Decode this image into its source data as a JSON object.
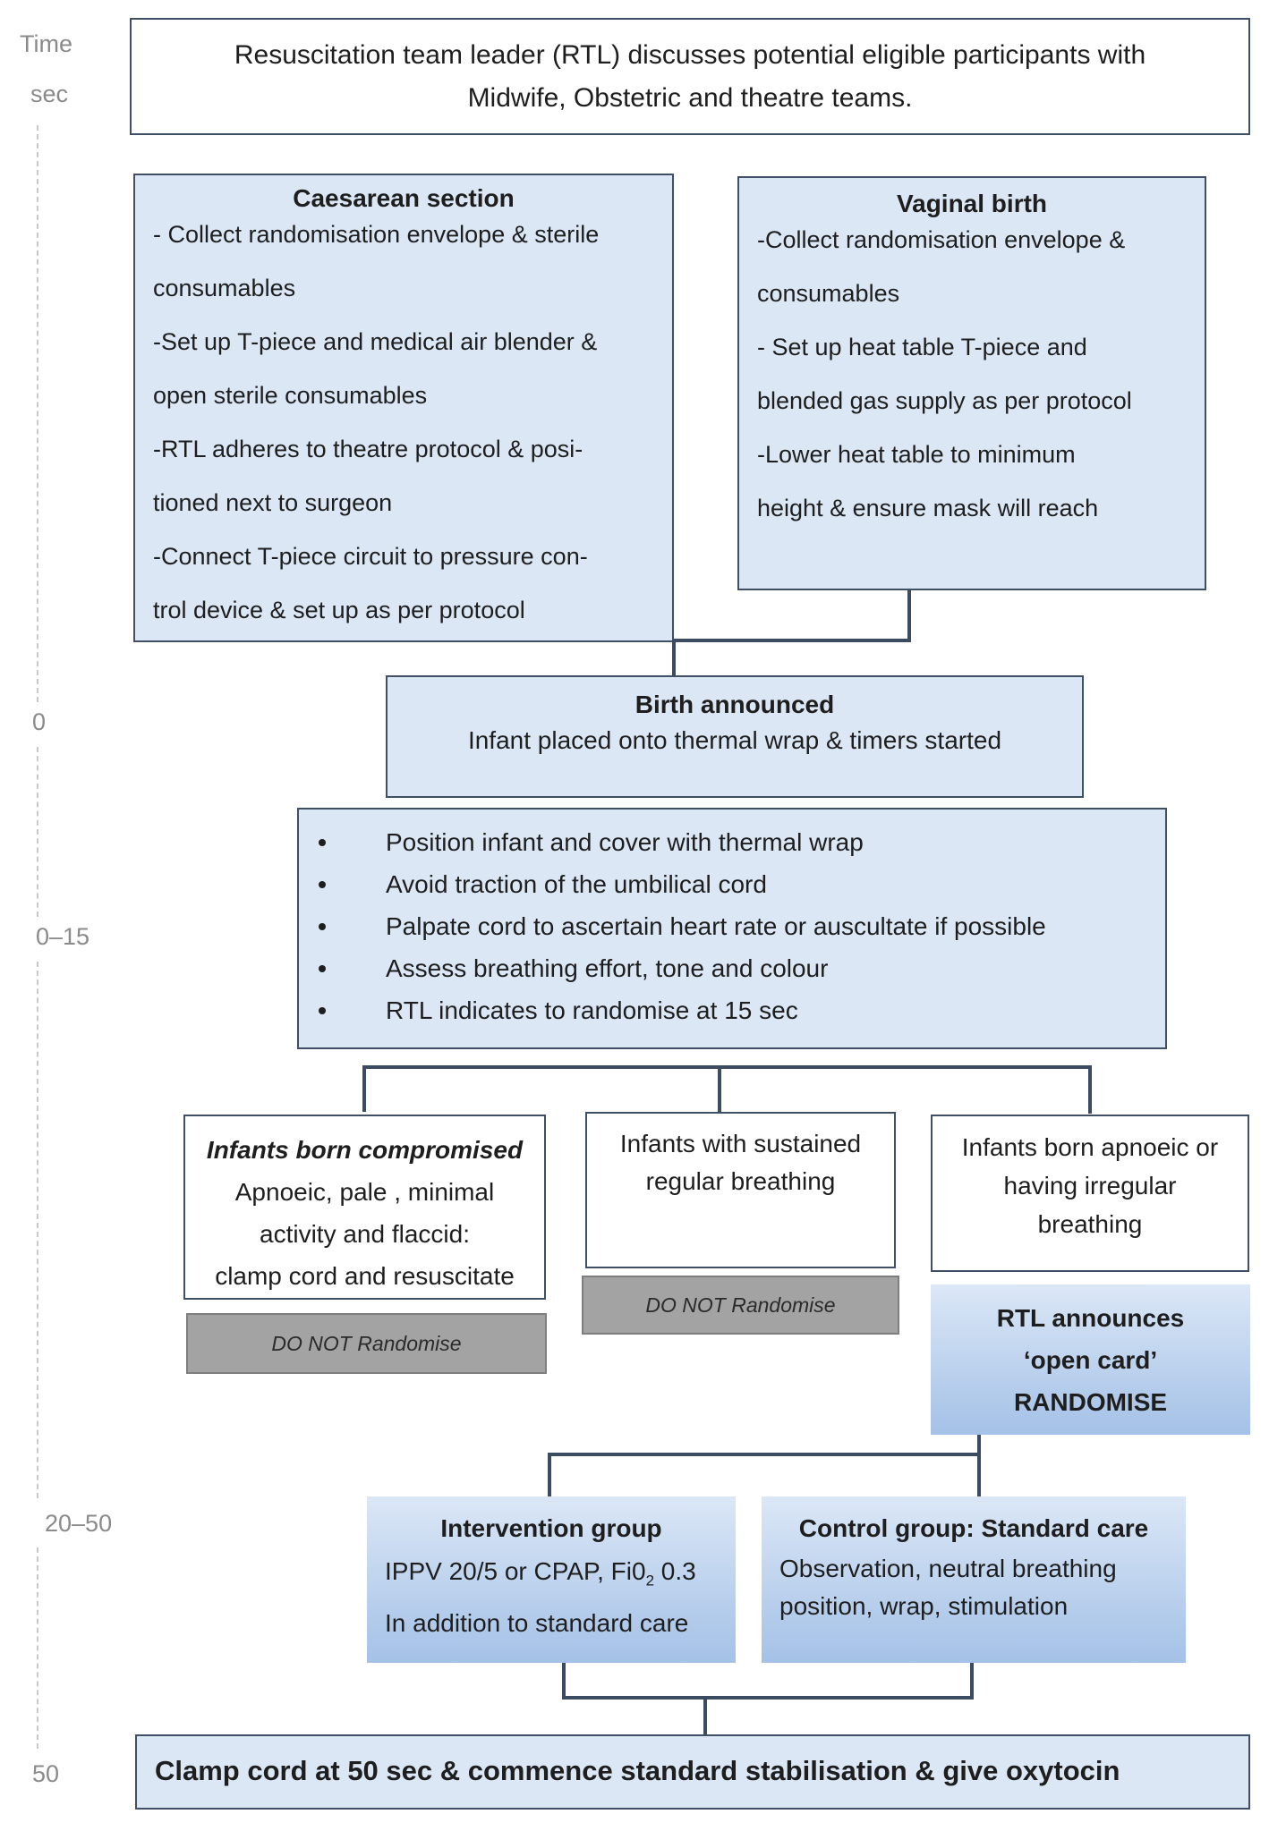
{
  "axis": {
    "header": "Time",
    "unit": "sec",
    "ticks": [
      "0",
      "0–15",
      "20–50",
      "50"
    ]
  },
  "top_box": {
    "line1": "Resuscitation team leader (RTL) discusses potential eligible participants with",
    "line2": "Midwife, Obstetric and theatre teams."
  },
  "caesarean": {
    "title": "Caesarean section",
    "lines": [
      "- Collect randomisation envelope & sterile",
      "consumables",
      "-Set up T-piece and medical air blender &",
      "open sterile consumables",
      "-RTL adheres to theatre protocol & posi-",
      "tioned next to surgeon",
      "-Connect T-piece circuit to pressure con-",
      "trol device & set up as per protocol"
    ]
  },
  "vaginal": {
    "title": "Vaginal birth",
    "lines": [
      "-Collect  randomisation envelope &",
      "consumables",
      "- Set up heat table T-piece and",
      "blended gas supply as per protocol",
      "-Lower heat table to minimum",
      "height & ensure mask will reach"
    ]
  },
  "birth": {
    "title": "Birth announced",
    "text": "Infant placed onto thermal wrap & timers started"
  },
  "steps": [
    "Position infant and cover with thermal wrap",
    "Avoid traction of the umbilical cord",
    "Palpate cord to ascertain heart rate or auscultate if possible",
    "Assess breathing effort, tone and colour",
    "RTL indicates to randomise at 15 sec"
  ],
  "compromised": {
    "title": "Infants born compromised",
    "lines": [
      "Apnoeic, pale , minimal",
      "activity and flaccid:",
      "clamp cord and resuscitate"
    ],
    "badge": "DO NOT Randomise"
  },
  "sustained": {
    "lines": [
      "Infants with sustained",
      "regular breathing"
    ],
    "badge": "DO NOT Randomise"
  },
  "apnoeic": {
    "lines": [
      "Infants born apnoeic or",
      "having irregular",
      "breathing"
    ]
  },
  "randomise": {
    "lines": [
      "RTL announces",
      "‘open card’",
      "RANDOMISE"
    ]
  },
  "intervention": {
    "title": "Intervention group",
    "line1_pre": "IPPV  20/5 or CPAP, Fi0",
    "line1_sub": "2",
    "line1_post": " 0.3",
    "line2": "In addition to standard care"
  },
  "control": {
    "title": "Control group: Standard care",
    "lines": [
      "Observation, neutral breathing",
      "position, wrap, stimulation"
    ]
  },
  "final": {
    "text": "Clamp cord at 50 sec & commence standard stabilisation & give oxytocin"
  },
  "colors": {
    "box_fill": "#dbe7f5",
    "box_border": "#3f4f66",
    "connector": "#3a4b62",
    "grey_badge": "#a3a3a3",
    "axis_text": "#8a8a8a"
  }
}
